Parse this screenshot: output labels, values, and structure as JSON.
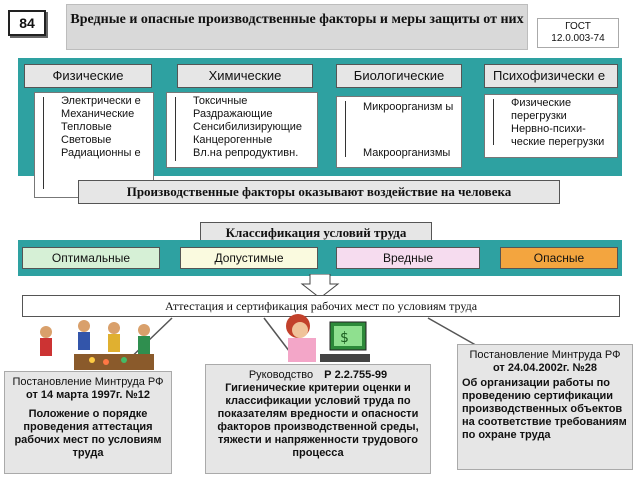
{
  "slide_number": "84",
  "title": "Вредные и опасные производственные факторы и меры защиты от них",
  "gost": {
    "line1": "ГОСТ",
    "line2": "12.0.003-74"
  },
  "categories": [
    {
      "label": "Физические",
      "items": [
        "Электрически е",
        "Механические",
        "Тепловые",
        "Световые",
        "Радиационны е"
      ]
    },
    {
      "label": "Химические",
      "items": [
        "Токсичные",
        "Раздражающие",
        "Сенсибилизирующие",
        "Канцерогенные",
        "Вл.на репродуктивн."
      ]
    },
    {
      "label": "Биологические",
      "items": [
        "Микроорганизм ы",
        "Макроорганизмы"
      ]
    },
    {
      "label": "Психофизически е",
      "items": [
        "Физические перегрузки",
        "Нервно-психи- ческие перегрузки"
      ]
    }
  ],
  "impact_banner": "Производственные факторы оказывают воздействие на человека",
  "classification": {
    "title": "Классификация условий труда",
    "items": [
      "Оптимальные",
      "Допустимые",
      "Вредные",
      "Опасные"
    ]
  },
  "certification": "Аттестация и сертификация рабочих мест по условиям труда",
  "documents": {
    "left": {
      "line1": "Постановление Минтруда РФ",
      "line2": "от 14 марта 1997г. №12",
      "body": "Положение о порядке проведения аттестация рабочих мест по условиям труда"
    },
    "center": {
      "ref_prefix": "Руководство",
      "ref_code": "Р 2.2.755-99",
      "body": "Гигиенические критерии оценки и классификации условий труда по показателям вредности и опасности факторов производственной среды, тяжести и напряженности трудового процесса"
    },
    "right": {
      "line1": "Постановление Минтруда РФ",
      "line2": "от 24.04.2002г. №28",
      "body": "Об организации работы по проведению сертификации производственных объектов на соответствие требованиям по охране труда"
    }
  },
  "colors": {
    "band": "#2ea1a1",
    "optimal": "#d6f0d6",
    "allowed": "#fafadf",
    "harmful": "#f6dcef",
    "dangerous": "#f3a53f"
  }
}
